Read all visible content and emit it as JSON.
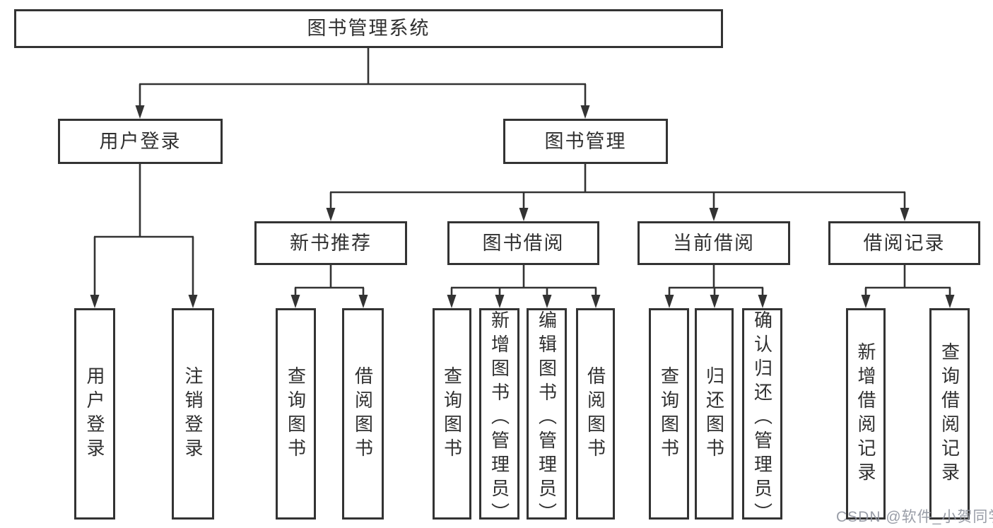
{
  "watermark": "CSDN @软件_小贺同学",
  "colors": {
    "line": "#333333",
    "box_border": "#333333",
    "text": "#303030",
    "background": "#ffffff",
    "watermark_text": "#8f939e"
  },
  "tree": {
    "root": "图书管理系统",
    "children": [
      {
        "label": "用户登录",
        "children": [
          "用户登录",
          "注销登录"
        ]
      },
      {
        "label": "图书管理",
        "children": [
          {
            "label": "新书推荐",
            "children": [
              "查询图书",
              "借阅图书"
            ]
          },
          {
            "label": "图书借阅",
            "children": [
              "查询图书",
              "新增图书（管理员）",
              "编辑图书（管理员）",
              "借阅图书"
            ]
          },
          {
            "label": "当前借阅",
            "children": [
              "查询图书",
              "归还图书",
              "确认归还（管理员）"
            ]
          },
          {
            "label": "借阅记录",
            "children": [
              "新增借阅记录",
              "查询借阅记录"
            ]
          }
        ]
      }
    ]
  }
}
